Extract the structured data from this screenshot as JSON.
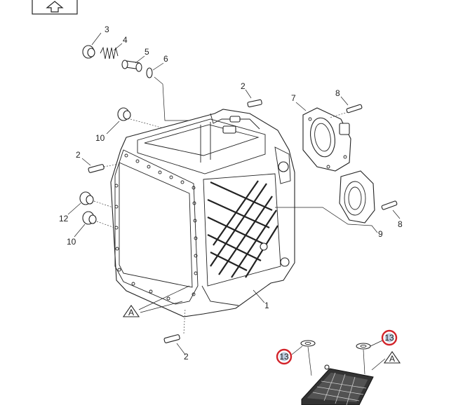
{
  "nav_button": {
    "icon": "up-arrow-icon"
  },
  "callouts": {
    "c3": "3",
    "c4": "4",
    "c5": "5",
    "c6": "6",
    "c2_top": "2",
    "c7": "7",
    "c8_top": "8",
    "c10_top": "10",
    "c2_left": "2",
    "c12": "12",
    "c10_bottom": "10",
    "c9": "9",
    "c8_right": "8",
    "c1": "1",
    "cA_left": "A",
    "c2_bottom": "2",
    "c13_left": "13",
    "c13_right": "13",
    "cA_right": "A"
  },
  "colors": {
    "highlight_ring": "#d2232a",
    "highlight_fill": "#8fa8c8",
    "line": "#222222"
  }
}
